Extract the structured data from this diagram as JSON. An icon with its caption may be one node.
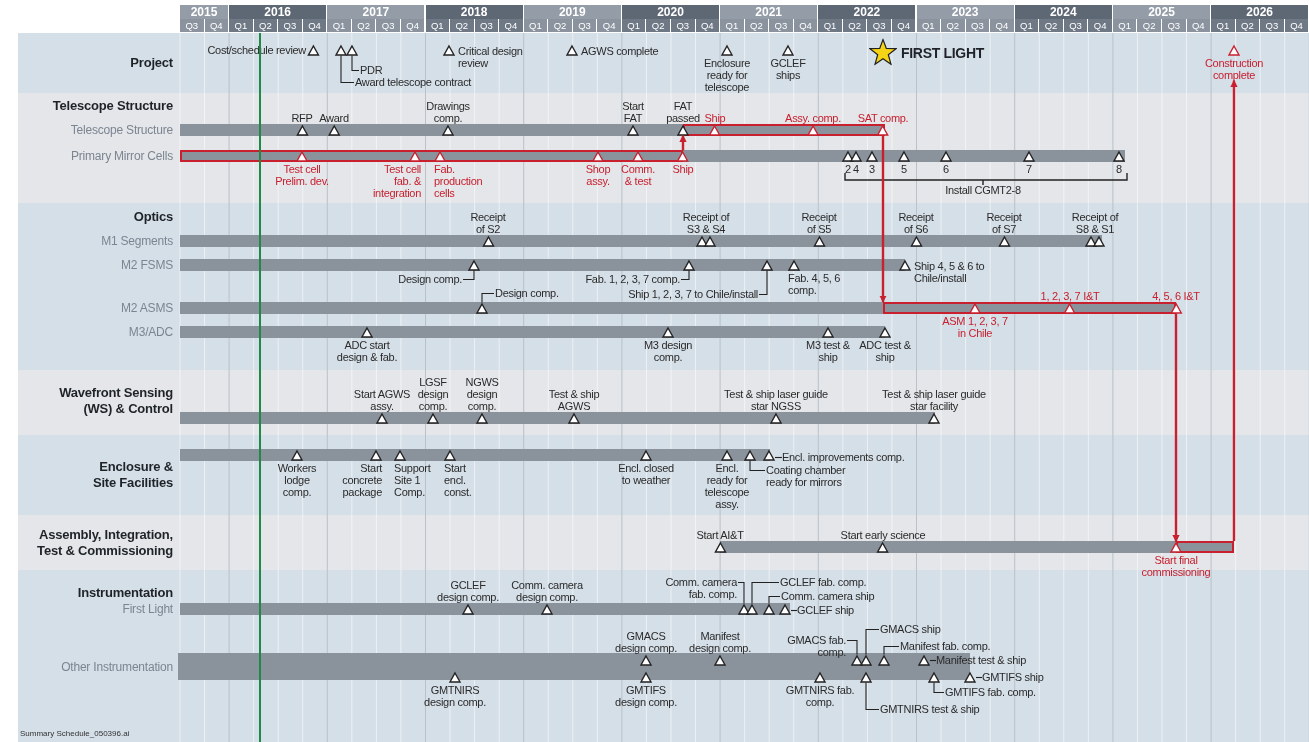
{
  "diagram": {
    "nodes": [
      {
        "text": [
          "Project"
        ]
      },
      {
        "text": [
          "Cost/schedule review"
        ],
        "in": 0
      },
      {
        "text": [],
        "shape": "triangle",
        "in": 0
      },
      {
        "text": [],
        "shape": "triangle",
        "in": 0
      },
      {
        "text": [
          "PDR"
        ],
        "in": 0
      },
      {
        "text": [
          "Award telescope contract"
        ],
        "in": 0
      },
      {
        "text": [
          "Critical design review"
        ],
        "in": 0
      },
      {
        "text": [
          "AGWS complete"
        ],
        "in": 0
      },
      {
        "text": [
          "Enclosure ready for telescope"
        ],
        "in": 0
      },
      {
        "text": [
          "GCLEF ships"
        ],
        "in": 0
      },
      {
        "text": [
          "FIRST LIGHT"
        ],
        "in": 0
      },
      {
        "text": [
          "Construction complete"
        ],
        "in": 0
      },
      {
        "text": [
          "Telescope Structure"
        ]
      },
      {
        "text": [
          "Telescope Structure"
        ],
        "in": 12
      },
      {
        "text": [
          "Primary Mirror Cells"
        ],
        "in": 12
      },
      {
        "text": [
          "RFP"
        ],
        "in": 13
      },
      {
        "text": [
          "Award"
        ],
        "in": 13
      },
      {
        "text": [
          "Drawings comp."
        ],
        "in": 13
      },
      {
        "text": [
          "Start FAT"
        ],
        "in": 13
      },
      {
        "text": [
          "FAT passed"
        ],
        "in": 13
      },
      {
        "text": [
          "Ship"
        ],
        "in": 13
      },
      {
        "text": [
          "Assy. comp."
        ],
        "in": 13
      },
      {
        "text": [
          "SAT comp."
        ],
        "in": 13
      },
      {
        "text": [
          "Test cell Prelim. dev."
        ],
        "in": 14
      },
      {
        "text": [
          "Test cell fab. & integration"
        ],
        "in": 14
      },
      {
        "text": [
          "Fab. production cells"
        ],
        "in": 14
      },
      {
        "text": [
          "Shop assy."
        ],
        "in": 14
      },
      {
        "text": [
          "Comm. & test"
        ],
        "in": 14
      },
      {
        "text": [
          "Ship"
        ],
        "in": 14
      },
      {
        "text": [
          "2"
        ],
        "in": 14
      },
      {
        "text": [
          "4"
        ],
        "in": 14
      },
      {
        "text": [
          "3"
        ],
        "in": 14
      },
      {
        "text": [
          "5"
        ],
        "in": 14
      },
      {
        "text": [
          "6"
        ],
        "in": 14
      },
      {
        "text": [
          "7"
        ],
        "in": 14
      },
      {
        "text": [
          "8"
        ],
        "in": 14
      },
      {
        "text": [
          "Optics"
        ]
      },
      {
        "text": [
          "M1 Segments"
        ],
        "in": 36
      },
      {
        "text": [
          "M2 FSMS"
        ],
        "in": 36
      },
      {
        "text": [
          "M2 ASMS"
        ],
        "in": 36
      },
      {
        "text": [
          "M3/ADC"
        ],
        "in": 36
      },
      {
        "text": [
          "Receipt of S2"
        ],
        "in": 37
      },
      {
        "text": [
          "Receipt of S3 & S4"
        ],
        "in": 37
      },
      {
        "text": [
          "Receipt of S5"
        ],
        "in": 37
      },
      {
        "text": [
          "Receipt of S6"
        ],
        "in": 37
      },
      {
        "text": [
          "Receipt of S7"
        ],
        "in": 37
      },
      {
        "text": [
          "Receipt of S8 & S1"
        ],
        "in": 37
      },
      {
        "text": [],
        "shape": "triangle",
        "in": 38
      },
      {
        "text": [
          "Design comp."
        ],
        "in": 36
      },
      {
        "text": [],
        "shape": "triangle",
        "in": 38
      },
      {
        "text": [
          "Fab. 1, 2, 3, 7 comp."
        ],
        "in": 36
      },
      {
        "text": [],
        "shape": "triangle",
        "in": 38
      },
      {
        "text": [
          "Ship 1, 2, 3, 7 to Chile/install"
        ],
        "in": 36
      },
      {
        "text": [
          "Fab. 4, 5, 6 comp."
        ],
        "in": 38
      },
      {
        "text": [
          "Ship 4, 5 & 6 to Chile/install"
        ],
        "in": 38
      },
      {
        "text": [],
        "shape": "triangle",
        "in": 39
      },
      {
        "text": [
          "Design comp."
        ],
        "in": 36
      },
      {
        "text": [
          "ASM 1, 2, 3, 7 in Chile"
        ],
        "in": 39
      },
      {
        "text": [
          "1, 2, 3, 7 I&T"
        ],
        "in": 39
      },
      {
        "text": [
          "4, 5, 6 I&T"
        ],
        "in": 39
      },
      {
        "text": [
          "ADC start design & fab."
        ],
        "in": 40
      },
      {
        "text": [
          "M3 design comp."
        ],
        "in": 40
      },
      {
        "text": [
          "M3 test & ship"
        ],
        "in": 40
      },
      {
        "text": [
          "ADC test & ship"
        ],
        "in": 40
      },
      {
        "text": [
          "Wavefront Sensing (WS) & Control"
        ]
      },
      {
        "text": [],
        "shape": "bar",
        "in": 64
      },
      {
        "text": [
          "Start AGWS assy."
        ],
        "in": 65
      },
      {
        "text": [
          "LGSF design comp."
        ],
        "in": 65
      },
      {
        "text": [
          "NGWS design comp."
        ],
        "in": 65
      },
      {
        "text": [
          "Test & ship AGWS"
        ],
        "in": 65
      },
      {
        "text": [
          "Test & ship laser guide star NGSS"
        ],
        "in": 65
      },
      {
        "text": [
          "Test & ship laser guide star facility"
        ],
        "in": 65
      },
      {
        "text": [
          "Enclosure & Site Facilities"
        ]
      },
      {
        "text": [],
        "shape": "bar",
        "in": 72
      },
      {
        "text": [
          "Workers lodge comp."
        ],
        "in": 73
      },
      {
        "text": [
          "Start concrete package"
        ],
        "in": 73
      },
      {
        "text": [
          "Support Site 1 Comp."
        ],
        "in": 73
      },
      {
        "text": [
          "Start encl. const."
        ],
        "in": 73
      },
      {
        "text": [
          "Encl. closed to weather"
        ],
        "in": 73
      },
      {
        "text": [
          "Encl. ready for telescope assy."
        ],
        "in": 73
      },
      {
        "text": [],
        "shape": "triangle",
        "in": 73
      },
      {
        "text": [
          "Coating chamber ready for mirrors"
        ],
        "in": 72
      },
      {
        "text": [],
        "shape": "triangle",
        "in": 73
      },
      {
        "text": [
          "Encl. improvements comp."
        ],
        "in": 72
      },
      {
        "text": [
          "Assembly, Integration, Test & Commissioning"
        ]
      },
      {
        "text": [],
        "shape": "bar",
        "in": 84
      },
      {
        "text": [
          "Start AI&T"
        ],
        "in": 85
      },
      {
        "text": [
          "Start early science"
        ],
        "in": 85
      },
      {
        "text": [
          "Start final commissioning"
        ],
        "in": 85
      },
      {
        "text": [
          "Instrumentation"
        ]
      },
      {
        "text": [
          "First Light"
        ],
        "in": 89
      },
      {
        "text": [
          "Other Instrumentation"
        ],
        "in": 89
      },
      {
        "text": [
          "GCLEF design comp."
        ],
        "in": 90
      },
      {
        "text": [
          "Comm. camera design comp."
        ],
        "in": 90
      },
      {
        "text": [],
        "shape": "triangle",
        "in": 90
      },
      {
        "text": [
          "Comm. camera fab. comp."
        ],
        "in": 89
      },
      {
        "text": [],
        "shape": "triangle",
        "in": 90
      },
      {
        "text": [
          "GCLEF fab. comp."
        ],
        "in": 89
      },
      {
        "text": [],
        "shape": "triangle",
        "in": 90
      },
      {
        "text": [
          "Comm. camera ship"
        ],
        "in": 89
      },
      {
        "text": [],
        "shape": "triangle",
        "in": 90
      },
      {
        "text": [
          "GCLEF ship"
        ],
        "in": 89
      },
      {
        "text": [
          "GMACS design comp."
        ],
        "in": 91
      },
      {
        "text": [
          "GMTIFS design comp."
        ],
        "in": 91
      },
      {
        "text": [
          "Manifest design comp."
        ],
        "in": 91
      },
      {
        "text": [
          "GMTNIRS design comp."
        ],
        "in": 91
      },
      {
        "text": [
          "GMTNIRS fab. comp."
        ],
        "in": 91
      },
      {
        "text": [],
        "shape": "triangle",
        "in": 91
      },
      {
        "text": [
          "GMACS fab. comp."
        ],
        "in": 89
      },
      {
        "text": [],
        "shape": "triangle",
        "in": 91
      },
      {
        "text": [
          "GMACS ship"
        ],
        "in": 89
      },
      {
        "text": [],
        "shape": "triangle",
        "in": 91
      },
      {
        "text": [
          "Manifest fab. comp."
        ],
        "in": 89
      },
      {
        "text": [],
        "shape": "triangle",
        "in": 91
      },
      {
        "text": [
          "Manifest test & ship"
        ],
        "in": 89
      },
      {
        "text": [],
        "shape": "triangle",
        "in": 91
      },
      {
        "text": [
          "GMTNIRS test & ship"
        ],
        "in": 89
      },
      {
        "text": [],
        "shape": "triangle",
        "in": 91
      },
      {
        "text": [
          "GMTIFS fab. comp."
        ],
        "in": 89
      },
      {
        "text": [],
        "shape": "triangle",
        "in": 91
      },
      {
        "text": [
          "GMTIFS ship"
        ],
        "in": 89
      }
    ],
    "edges": [
      {
        "from": 4,
        "to": 3,
        "arrow": "none"
      },
      {
        "from": 5,
        "to": 2,
        "arrow": "none"
      },
      {
        "from": 48,
        "to": 47,
        "arrow": "none"
      },
      {
        "from": 50,
        "to": 49,
        "arrow": "none"
      },
      {
        "from": 52,
        "to": 51,
        "arrow": "none"
      },
      {
        "from": 56,
        "to": 55,
        "arrow": "none"
      },
      {
        "from": 81,
        "to": 80,
        "arrow": "none"
      },
      {
        "from": 83,
        "to": 82,
        "arrow": "none"
      },
      {
        "from": 95,
        "to": 94,
        "arrow": "none"
      },
      {
        "from": 97,
        "to": 96,
        "arrow": "none"
      },
      {
        "from": 99,
        "to": 98,
        "arrow": "none"
      },
      {
        "from": 101,
        "to": 100,
        "arrow": "none"
      },
      {
        "from": 108,
        "to": 107,
        "arrow": "none"
      },
      {
        "from": 110,
        "to": 109,
        "arrow": "none"
      },
      {
        "from": 112,
        "to": 111,
        "arrow": "none"
      },
      {
        "from": 114,
        "to": 113,
        "arrow": "none"
      },
      {
        "from": 116,
        "to": 115,
        "arrow": "none"
      },
      {
        "from": 118,
        "to": 117,
        "arrow": "none"
      },
      {
        "from": 120,
        "to": 119,
        "arrow": "none"
      },
      {
        "from": 28,
        "to": 19,
        "arrow": "to",
        "color": "#c8202f"
      },
      {
        "from": 22,
        "to": 39,
        "arrow": "to",
        "color": "#c8202f"
      },
      {
        "from": 59,
        "to": 88,
        "arrow": "to",
        "color": "#c8202f"
      },
      {
        "from": 85,
        "to": 11,
        "arrow": "to",
        "color": "#c8202f"
      }
    ],
    "labels": [
      "2015",
      "2016",
      "2017",
      "2018",
      "2019",
      "2020",
      "2021",
      "2022",
      "2023",
      "2024",
      "2025",
      "2026",
      "Q3",
      "Q4",
      "Q1",
      "Q2",
      "Q3",
      "Q4",
      "Q1",
      "Q2",
      "Q3",
      "Q4",
      "Q1",
      "Q2",
      "Q3",
      "Q4",
      "Q1",
      "Q2",
      "Q3",
      "Q4",
      "Q1",
      "Q2",
      "Q3",
      "Q4",
      "Q1",
      "Q2",
      "Q3",
      "Q4",
      "Q1",
      "Q2",
      "Q3",
      "Q4",
      "Q1",
      "Q2",
      "Q3",
      "Q4",
      "Q1",
      "Q2",
      "Q3",
      "Q4",
      "Q1",
      "Q2",
      "Q3",
      "Q4",
      "Q1",
      "Q2",
      "Q3",
      "Q4",
      "Install CGMT2-8",
      "Summary Schedule_050396.ai"
    ]
  }
}
